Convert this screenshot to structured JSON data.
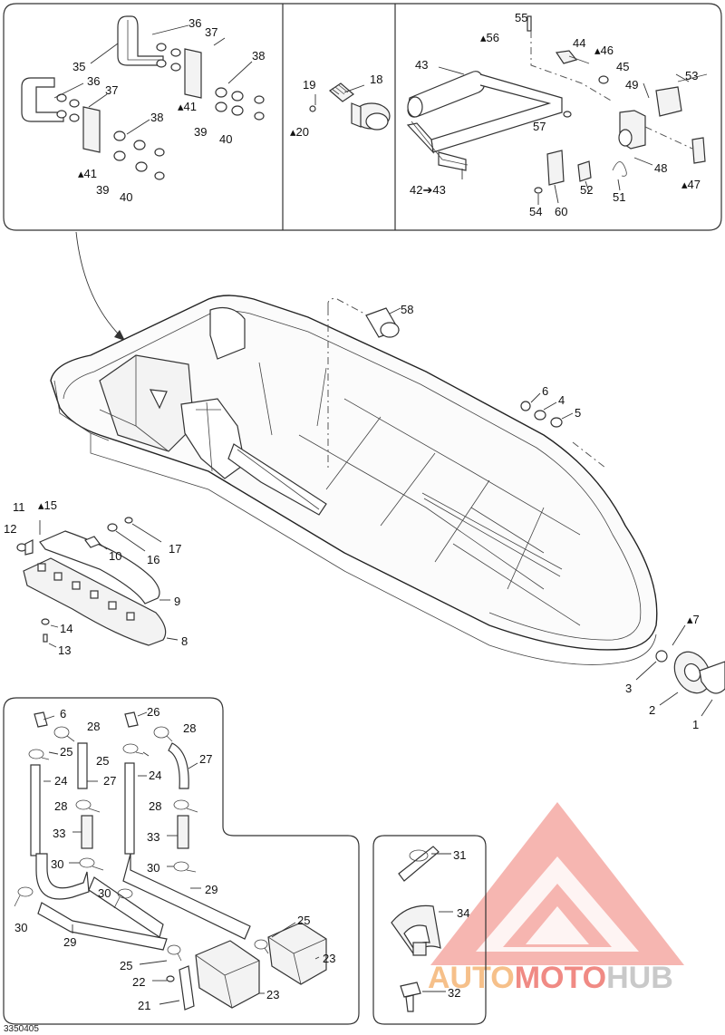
{
  "figure_code": "3350405",
  "drop_symbol": "▴",
  "labels": [
    {
      "id": "l36a",
      "text": "36"
    },
    {
      "id": "l37a",
      "text": "37"
    },
    {
      "id": "l35",
      "text": "35"
    },
    {
      "id": "l38a",
      "text": "38"
    },
    {
      "id": "l36b",
      "text": "36"
    },
    {
      "id": "l37b",
      "text": "37"
    },
    {
      "id": "l41a",
      "text": "41",
      "drop": true
    },
    {
      "id": "l38b",
      "text": "38"
    },
    {
      "id": "l39a",
      "text": "39"
    },
    {
      "id": "l40a",
      "text": "40"
    },
    {
      "id": "l41b",
      "text": "41",
      "drop": true
    },
    {
      "id": "l39b",
      "text": "39"
    },
    {
      "id": "l40b",
      "text": "40"
    },
    {
      "id": "l19",
      "text": "19"
    },
    {
      "id": "l18",
      "text": "18"
    },
    {
      "id": "l20",
      "text": "20",
      "drop": true
    },
    {
      "id": "l55",
      "text": "55"
    },
    {
      "id": "l56",
      "text": "56",
      "drop": true
    },
    {
      "id": "l44",
      "text": "44"
    },
    {
      "id": "l46",
      "text": "46",
      "drop": true
    },
    {
      "id": "l43",
      "text": "43"
    },
    {
      "id": "l45",
      "text": "45"
    },
    {
      "id": "l53",
      "text": "53"
    },
    {
      "id": "l49",
      "text": "49"
    },
    {
      "id": "l57",
      "text": "57"
    },
    {
      "id": "l48",
      "text": "48"
    },
    {
      "id": "l47",
      "text": "47",
      "drop": true
    },
    {
      "id": "l4243",
      "text": "42➔43"
    },
    {
      "id": "l52",
      "text": "52"
    },
    {
      "id": "l51",
      "text": "51"
    },
    {
      "id": "l54",
      "text": "54"
    },
    {
      "id": "l60",
      "text": "60"
    },
    {
      "id": "l58",
      "text": "58"
    },
    {
      "id": "l6a",
      "text": "6"
    },
    {
      "id": "l4",
      "text": "4"
    },
    {
      "id": "l5",
      "text": "5"
    },
    {
      "id": "l11",
      "text": "11"
    },
    {
      "id": "l15",
      "text": "15",
      "drop": true
    },
    {
      "id": "l12",
      "text": "12"
    },
    {
      "id": "l10",
      "text": "10"
    },
    {
      "id": "l16",
      "text": "16"
    },
    {
      "id": "l17",
      "text": "17"
    },
    {
      "id": "l9",
      "text": "9"
    },
    {
      "id": "l14",
      "text": "14"
    },
    {
      "id": "l8",
      "text": "8"
    },
    {
      "id": "l13",
      "text": "13"
    },
    {
      "id": "l7",
      "text": "7",
      "drop": true
    },
    {
      "id": "l3",
      "text": "3"
    },
    {
      "id": "l2",
      "text": "2"
    },
    {
      "id": "l1",
      "text": "1"
    },
    {
      "id": "l6b",
      "text": "6"
    },
    {
      "id": "l26",
      "text": "26"
    },
    {
      "id": "l28a",
      "text": "28"
    },
    {
      "id": "l28b",
      "text": "28"
    },
    {
      "id": "l25a",
      "text": "25"
    },
    {
      "id": "l25b",
      "text": "25"
    },
    {
      "id": "l27a",
      "text": "27"
    },
    {
      "id": "l24a",
      "text": "24"
    },
    {
      "id": "l27b",
      "text": "27"
    },
    {
      "id": "l24b",
      "text": "24"
    },
    {
      "id": "l28c",
      "text": "28"
    },
    {
      "id": "l28d",
      "text": "28"
    },
    {
      "id": "l33a",
      "text": "33"
    },
    {
      "id": "l33b",
      "text": "33"
    },
    {
      "id": "l30a",
      "text": "30"
    },
    {
      "id": "l30b",
      "text": "30"
    },
    {
      "id": "l29a",
      "text": "29"
    },
    {
      "id": "l30c",
      "text": "30"
    },
    {
      "id": "l30d",
      "text": "30"
    },
    {
      "id": "l29b",
      "text": "29"
    },
    {
      "id": "l25c",
      "text": "25"
    },
    {
      "id": "l25d",
      "text": "25"
    },
    {
      "id": "l23a",
      "text": "23"
    },
    {
      "id": "l22",
      "text": "22"
    },
    {
      "id": "l21",
      "text": "21"
    },
    {
      "id": "l23b",
      "text": "23"
    },
    {
      "id": "l31",
      "text": "31"
    },
    {
      "id": "l34",
      "text": "34"
    },
    {
      "id": "l32",
      "text": "32"
    }
  ],
  "watermark": {
    "part1": "AUTO",
    "part2": "MOTO",
    "part3": "HUB",
    "color1": "#f6c08a",
    "color2": "#f08a84",
    "color3": "#c9c9c9",
    "triangle_color": "#f4a9a3"
  }
}
